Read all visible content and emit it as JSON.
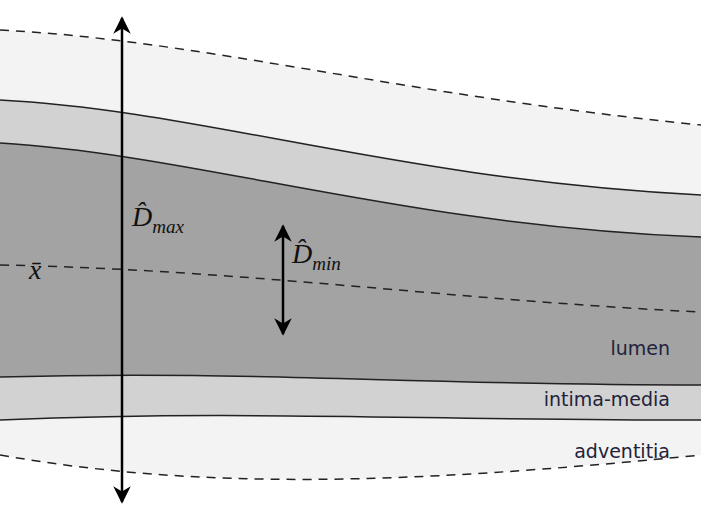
{
  "diagram": {
    "labels": [
      "D̂max",
      "D̂min",
      "x̄",
      "lumen",
      "intima-media",
      "adventitia"
    ]
  }
}
